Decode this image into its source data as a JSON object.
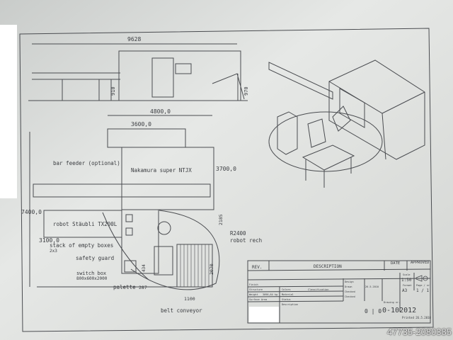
{
  "side_view": {
    "dim_length": "9628",
    "dim_height_a": "910",
    "dim_height_b": "970"
  },
  "plan_view": {
    "dim_width_total": "4800,0",
    "dim_width_machine": "3600,0",
    "dim_depth_machine": "3700,0",
    "dim_depth_total": "7400,0",
    "dim_cell_depth": "3100,0",
    "machine_label": "Nakamura super NTJX",
    "labels": [
      "bar feeder (optional)",
      "robot Stäubli TX200L",
      "stack of empty boxes",
      "2x3",
      "safety guard",
      "switch box",
      "800x600x2000",
      "palette",
      "belt conveyor"
    ],
    "reach_label": "R2400",
    "reach_label2": "robot rech",
    "dims": {
      "d2185": "2185",
      "d2070": "2070",
      "d1100": "1100",
      "d287": "287",
      "d434": "434"
    }
  },
  "title_block": {
    "rev": "REV.",
    "description": "DESCRIPTION",
    "date": "DATE",
    "approved": "APPROVED",
    "fields": [
      "Finish",
      "Structure",
      "Weight",
      "Surface Area",
      "Colors",
      "Material",
      "Status",
      "Description",
      "Design",
      "Drawn",
      "Checked",
      "Checked"
    ],
    "classification": "Classification",
    "weight_value": "3096,64 kg",
    "drawn_date": "26.5.2010",
    "scale_label": "Scale",
    "scale": "1:50",
    "format_label": "Format",
    "format": "A3",
    "page_label": "Page / nr",
    "page": "1 / 1",
    "drawing_nr_label": "Drawing nr.",
    "drawing_nr": "0-102012",
    "sheet_mark": "0 | 0",
    "printed": "Printed 26.5.2010"
  },
  "watermark": "47735-2080385"
}
